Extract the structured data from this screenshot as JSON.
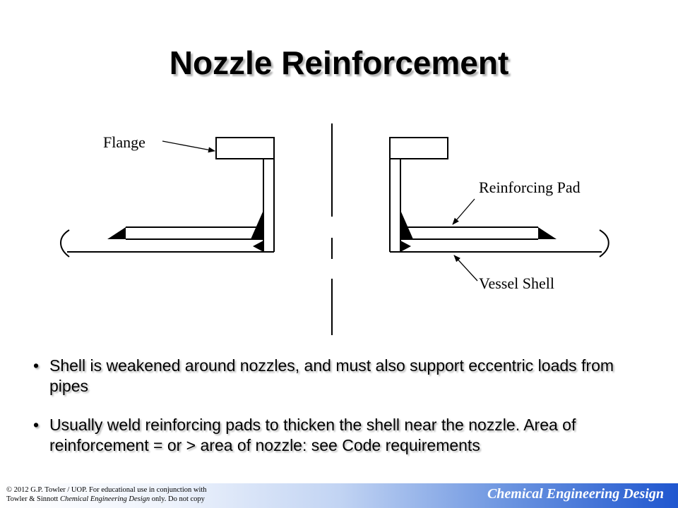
{
  "slide": {
    "title": "Nozzle Reinforcement"
  },
  "diagram": {
    "labels": {
      "flange": "Flange",
      "reinforcing_pad": "Reinforcing Pad",
      "vessel_shell": "Vessel Shell"
    }
  },
  "bullets": {
    "marker": "•",
    "items": [
      "Shell is weakened around nozzles, and must also support eccentric loads from pipes",
      "Usually weld reinforcing pads to thicken the shell near the nozzle. Area of reinforcement = or > area of nozzle: see Code requirements"
    ]
  },
  "footer": {
    "copyright_line1": "© 2012 G.P. Towler / UOP. For educational use in conjunction with",
    "copyright_line2_prefix": "Towler & Sinnott ",
    "copyright_line2_title": "Chemical Engineering Design",
    "copyright_line2_suffix": " only. Do not copy",
    "brand": "Chemical Engineering Design"
  },
  "colors": {
    "footer_gradient_end": "#1f56cf",
    "text": "#000000"
  }
}
